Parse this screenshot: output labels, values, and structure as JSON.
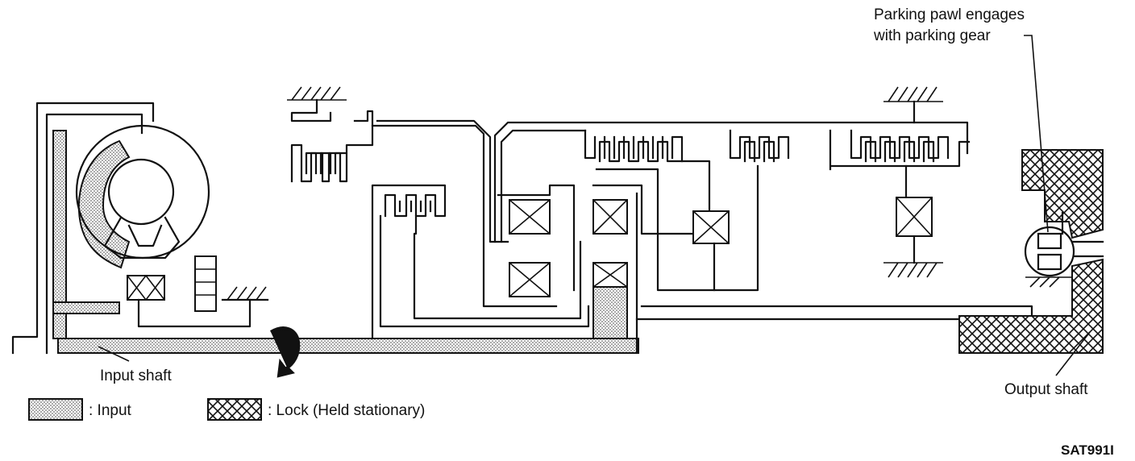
{
  "labels": {
    "parking_line1": "Parking pawl engages",
    "parking_line2": "with parking gear",
    "input_shaft": "Input shaft",
    "output_shaft": "Output shaft",
    "legend_input": ": Input",
    "legend_lock": ": Lock (Held stationary)",
    "figure_code": "SAT991I"
  },
  "colors": {
    "line": "#111111",
    "background": "#ffffff",
    "input_fill": "#dcdcdc"
  },
  "icons": {
    "rotation": "rotation-arrow-icon"
  }
}
